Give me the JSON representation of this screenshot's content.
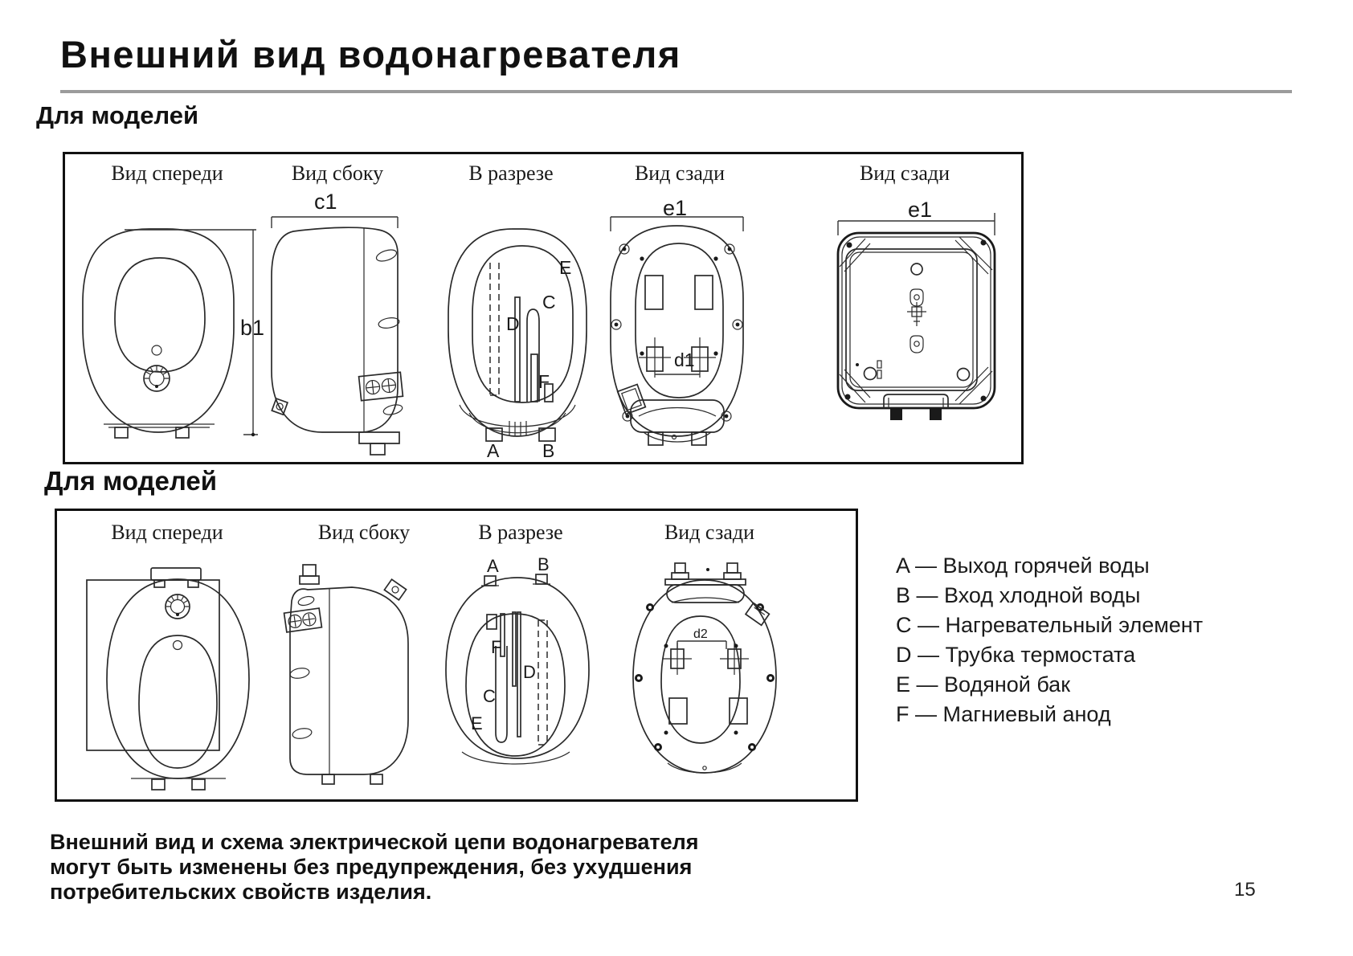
{
  "header": {
    "title": "Внешний вид водонагревателя"
  },
  "sections": [
    {
      "heading": "Для моделей",
      "view_labels": [
        "Вид спереди",
        "Вид сбоку",
        "В разрезе",
        "Вид сзади",
        "Вид сзади"
      ]
    },
    {
      "heading": "Для моделей",
      "view_labels": [
        "Вид спереди",
        "Вид сбоку",
        "В разрезе",
        "Вид сзади"
      ]
    }
  ],
  "annotations": {
    "A": "A",
    "B": "B",
    "C": "C",
    "D": "D",
    "E": "E",
    "F": "F",
    "b1": "b1",
    "c1": "c1",
    "d1": "d1",
    "d2": "d2",
    "e1": "e1"
  },
  "legend": {
    "items": [
      "A — Выход горячей воды",
      "B — Вход хлодной воды",
      "C — Нагревательный элемент",
      "D — Трубка термостата",
      "E — Водяной бак",
      "F — Магниевый анод"
    ]
  },
  "footer": {
    "note_lines": [
      "Внешний вид и схема электрической цепи водонагревателя",
      "могут быть изменены без предупреждения, без ухудшения",
      "потребительских свойств изделия."
    ],
    "page_number": "15"
  }
}
